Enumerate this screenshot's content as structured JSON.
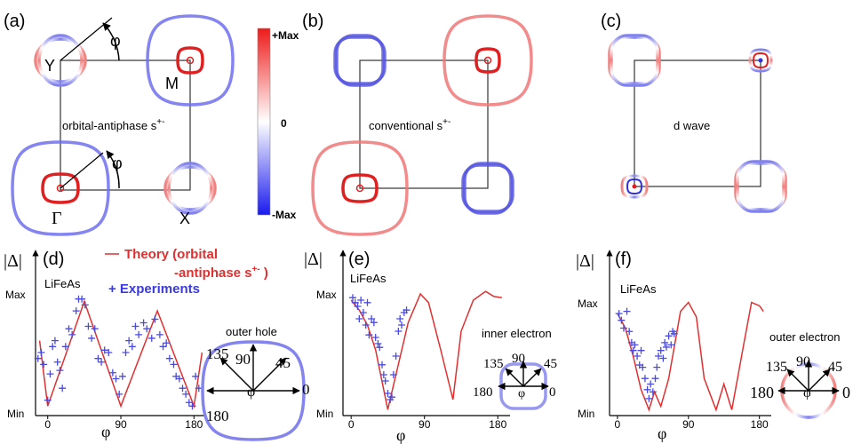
{
  "labels": {
    "a": "(a)",
    "b": "(b)",
    "c": "(c)",
    "d": "(d)",
    "e": "(e)",
    "f": "(f)",
    "Y": "Y",
    "M": "M",
    "X": "X",
    "Gamma": "Γ",
    "phi": "φ",
    "orbital_antiphase": "orbital-antiphase s",
    "sup_pm": "+-",
    "conventional": "conventional s",
    "dwave": "d wave",
    "cb_max": "+Max",
    "cb_zero": "0",
    "cb_min": "-Max"
  },
  "colors": {
    "red": "#e03030",
    "blue": "#4a4ae0",
    "pale_red": "#f0a0a0",
    "pale_blue": "#8a8aee"
  },
  "panel_d": {
    "title": "LiFeAs",
    "legend_theory_1": "Theory (orbital",
    "legend_theory_2": "-antiphase s",
    "legend_theory_sup": "+-",
    "legend_theory_end": " )",
    "legend_exp": "+ Experiments",
    "ylabel": "|Δ|",
    "ymax": "Max",
    "ymin": "Min",
    "xticks": [
      "0",
      "90",
      "180"
    ],
    "xlabel": "φ",
    "inset_label": "outer hole",
    "inset_angles": [
      "135",
      "90",
      "45",
      "180",
      "0"
    ]
  },
  "panel_e": {
    "title": "LiFeAs",
    "ylabel": "|Δ|",
    "ymax": "Max",
    "ymin": "Min",
    "xticks": [
      "0",
      "90",
      "180"
    ],
    "xlabel": "φ",
    "inset_label": "inner electron",
    "inset_angles": [
      "135",
      "90",
      "45",
      "180",
      "0"
    ]
  },
  "panel_f": {
    "title": "LiFeAs",
    "ylabel": "|Δ|",
    "ymax": "Max",
    "ymin": "Min",
    "xticks": [
      "0",
      "90",
      "180"
    ],
    "xlabel": "φ",
    "inset_label": "outer electron",
    "inset_angles": [
      "135",
      "90",
      "45",
      "180",
      "0"
    ]
  },
  "chart_data": [
    {
      "type": "line",
      "panel": "d",
      "xlim": [
        -15,
        195
      ],
      "series": [
        {
          "name": "Theory (orbital-antiphase s+-)",
          "kind": "line",
          "x": [
            -10,
            0,
            45,
            90,
            135,
            180,
            190
          ],
          "y": [
            0.6,
            0.05,
            0.93,
            0.05,
            0.85,
            0.05,
            0.5
          ]
        },
        {
          "name": "Experiments",
          "kind": "scatter",
          "x": [
            -12,
            -8,
            -5,
            0,
            3,
            6,
            9,
            12,
            15,
            18,
            22,
            26,
            30,
            35,
            38,
            42,
            46,
            50,
            54,
            58,
            62,
            66,
            70,
            75,
            80,
            84,
            88,
            92,
            96,
            100,
            104,
            108,
            112,
            118,
            122,
            128,
            132,
            138,
            142,
            146,
            150,
            155,
            158,
            162,
            166,
            170,
            174,
            178,
            182,
            186
          ],
          "y": [
            0.45,
            0.5,
            0.4,
            0.1,
            0.32,
            0.55,
            0.6,
            0.42,
            0.35,
            0.2,
            0.55,
            0.7,
            0.65,
            0.85,
            0.95,
            0.95,
            0.9,
            0.72,
            0.62,
            0.7,
            0.45,
            0.42,
            0.52,
            0.5,
            0.33,
            0.28,
            0.15,
            0.3,
            0.5,
            0.6,
            0.55,
            0.72,
            0.65,
            0.75,
            0.7,
            0.62,
            0.78,
            0.65,
            0.55,
            0.58,
            0.45,
            0.4,
            0.3,
            0.28,
            0.2,
            0.15,
            0.08,
            0.05,
            0.3,
            0.2
          ]
        }
      ]
    },
    {
      "type": "line",
      "panel": "e",
      "xlim": [
        -10,
        195
      ],
      "series": [
        {
          "name": "Theory",
          "kind": "line",
          "x": [
            0,
            10,
            20,
            30,
            45,
            55,
            70,
            85,
            95,
            110,
            125,
            135,
            150,
            165,
            175,
            185
          ],
          "y": [
            0.9,
            0.82,
            0.7,
            0.5,
            0.02,
            0.3,
            0.72,
            0.95,
            0.88,
            0.5,
            0.1,
            0.65,
            0.9,
            0.97,
            0.93,
            0.92
          ]
        },
        {
          "name": "Experiments",
          "kind": "scatter",
          "x": [
            2,
            5,
            8,
            10,
            12,
            15,
            18,
            20,
            22,
            25,
            28,
            30,
            33,
            35,
            38,
            40,
            42,
            45,
            48,
            50,
            52,
            55,
            58,
            60,
            62,
            65,
            68
          ],
          "y": [
            0.92,
            0.88,
            0.85,
            0.75,
            0.9,
            0.8,
            0.7,
            0.88,
            0.62,
            0.75,
            0.72,
            0.6,
            0.55,
            0.52,
            0.38,
            0.3,
            0.25,
            0.15,
            0.1,
            0.12,
            0.3,
            0.45,
            0.65,
            0.75,
            0.7,
            0.8,
            0.82
          ]
        }
      ]
    },
    {
      "type": "line",
      "panel": "f",
      "xlim": [
        -10,
        195
      ],
      "series": [
        {
          "name": "Theory",
          "kind": "line",
          "x": [
            0,
            10,
            20,
            30,
            40,
            47,
            55,
            65,
            80,
            90,
            100,
            110,
            125,
            135,
            145,
            160,
            170,
            180,
            185
          ],
          "y": [
            0.88,
            0.75,
            0.5,
            0.2,
            0.02,
            0.18,
            0.05,
            0.3,
            0.9,
            0.98,
            0.85,
            0.3,
            0.02,
            0.25,
            0.02,
            0.6,
            0.98,
            0.95,
            0.9
          ]
        },
        {
          "name": "Experiments",
          "kind": "scatter",
          "x": [
            2,
            5,
            8,
            12,
            15,
            18,
            20,
            22,
            25,
            28,
            30,
            32,
            35,
            38,
            40,
            42,
            45,
            48,
            50,
            52,
            55,
            58,
            60,
            62,
            65,
            68,
            70,
            72
          ],
          "y": [
            0.88,
            0.82,
            0.75,
            0.9,
            0.72,
            0.62,
            0.55,
            0.6,
            0.5,
            0.42,
            0.55,
            0.4,
            0.3,
            0.2,
            0.12,
            0.25,
            0.18,
            0.3,
            0.4,
            0.5,
            0.55,
            0.48,
            0.62,
            0.58,
            0.68,
            0.6,
            0.72,
            0.7
          ]
        }
      ]
    }
  ]
}
